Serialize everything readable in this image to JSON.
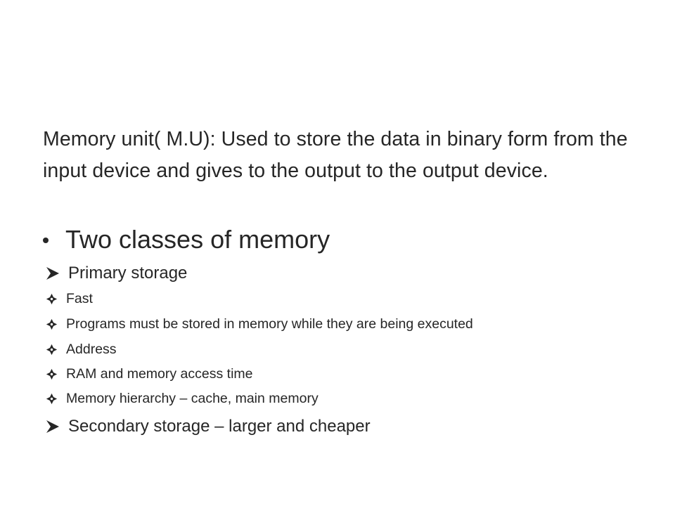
{
  "slide": {
    "intro_text": "Memory unit( M.U): Used to store the data in binary form from the input device and gives to the output to the output device.",
    "main_bullet": "Two classes of memory",
    "primary": {
      "label": "Primary storage",
      "icon": "arrow-bullet-icon",
      "items": [
        "Fast",
        "Programs must be stored in memory while they are being executed",
        "Address",
        "RAM and memory access time",
        "Memory hierarchy – cache, main memory"
      ],
      "item_icon": "diamond-bullet-icon"
    },
    "secondary": {
      "label": "Secondary storage – larger and cheaper",
      "icon": "arrow-bullet-icon"
    },
    "colors": {
      "text": "#262626",
      "background": "#ffffff"
    }
  }
}
